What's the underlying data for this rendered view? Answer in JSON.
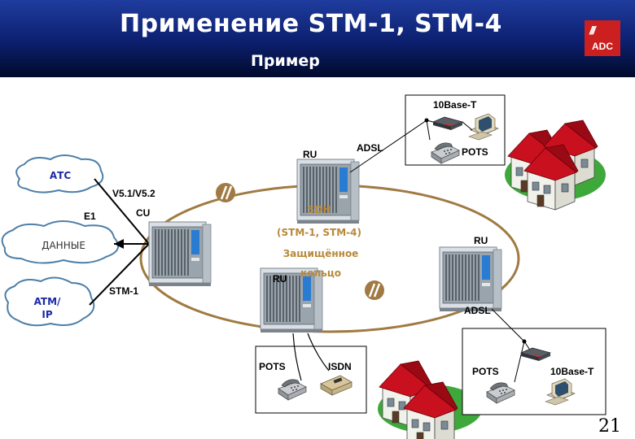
{
  "header": {
    "title": "Применение STM-1, STM-4",
    "subtitle": "Пример",
    "logo_text": "ADC",
    "logo_stripes": "///"
  },
  "clouds": {
    "atc": "АТС",
    "data": "ДАННЫЕ",
    "atm_line1": "ATM/",
    "atm_line2": "IP"
  },
  "links": {
    "v5": "V5.1/V5.2",
    "e1": "E1",
    "stm1": "STM-1"
  },
  "nodes": {
    "cu": "CU",
    "ru_top": "RU",
    "ru_right": "RU",
    "ru_bottom": "RU"
  },
  "ring": {
    "line1": "SDH",
    "line2": "(STM-1, STM-4)",
    "line3": "Защищённое",
    "line4": "кольцо"
  },
  "boxes": {
    "top": {
      "service_top": "10Base-T",
      "link": "ADSL",
      "phone": "POTS"
    },
    "bottom_left": {
      "phone": "POTS",
      "isdn": "ISDN"
    },
    "bottom_right": {
      "link": "ADSL",
      "phone": "POTS",
      "data": "10Base-T"
    }
  },
  "page_number": "21",
  "colors": {
    "header_top": "#1f3c9e",
    "header_bottom": "#000a2a",
    "ring": "#a07a42",
    "ring_text": "#b8893a",
    "logo": "#cc1f1f",
    "roof": "#c8101e",
    "grass": "#3fa83a"
  }
}
